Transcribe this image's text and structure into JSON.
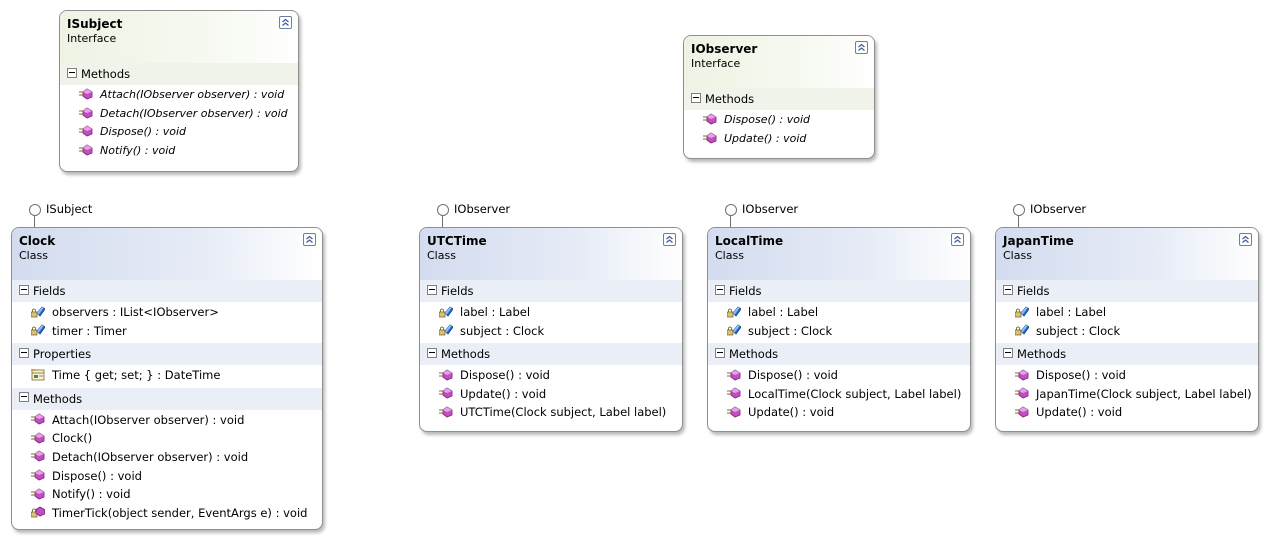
{
  "isubject": {
    "name": "ISubject",
    "kind": "Interface",
    "methods_label": "Methods",
    "methods": [
      "Attach(IObserver observer) : void",
      "Detach(IObserver observer) : void",
      "Dispose() : void",
      "Notify() : void"
    ]
  },
  "iobserver": {
    "name": "IObserver",
    "kind": "Interface",
    "methods_label": "Methods",
    "methods": [
      "Dispose() : void",
      "Update() : void"
    ]
  },
  "clock": {
    "lollipop": "ISubject",
    "name": "Clock",
    "kind": "Class",
    "fields_label": "Fields",
    "fields": [
      "observers : IList<IObserver>",
      "timer : Timer"
    ],
    "properties_label": "Properties",
    "properties": [
      "Time { get; set; } : DateTime"
    ],
    "methods_label": "Methods",
    "methods": [
      "Attach(IObserver observer) : void",
      "Clock()",
      "Detach(IObserver observer) : void",
      "Dispose() : void",
      "Notify() : void",
      "TimerTick(object sender, EventArgs e) : void"
    ]
  },
  "utctime": {
    "lollipop": "IObserver",
    "name": "UTCTime",
    "kind": "Class",
    "fields_label": "Fields",
    "fields": [
      "label : Label",
      "subject : Clock"
    ],
    "methods_label": "Methods",
    "methods": [
      "Dispose() : void",
      "Update() : void",
      "UTCTime(Clock subject, Label label)"
    ]
  },
  "localtime": {
    "lollipop": "IObserver",
    "name": "LocalTime",
    "kind": "Class",
    "fields_label": "Fields",
    "fields": [
      "label : Label",
      "subject : Clock"
    ],
    "methods_label": "Methods",
    "methods": [
      "Dispose() : void",
      "LocalTime(Clock subject, Label label)",
      "Update() : void"
    ]
  },
  "japantime": {
    "lollipop": "IObserver",
    "name": "JapanTime",
    "kind": "Class",
    "fields_label": "Fields",
    "fields": [
      "label : Label",
      "subject : Clock"
    ],
    "methods_label": "Methods",
    "methods": [
      "Dispose() : void",
      "JapanTime(Clock subject, Label label)",
      "Update() : void"
    ]
  },
  "icons": {
    "method": "method-icon",
    "private_method": "private-method-icon",
    "field": "field-icon",
    "property": "property-icon",
    "collapse": "collapse-chevron-icon"
  },
  "colors": {
    "class_header": "#d3dcef",
    "interface_header": "#eef3e4",
    "method_icon": "#c24fc2",
    "field_icon": "#2a6fd6"
  }
}
